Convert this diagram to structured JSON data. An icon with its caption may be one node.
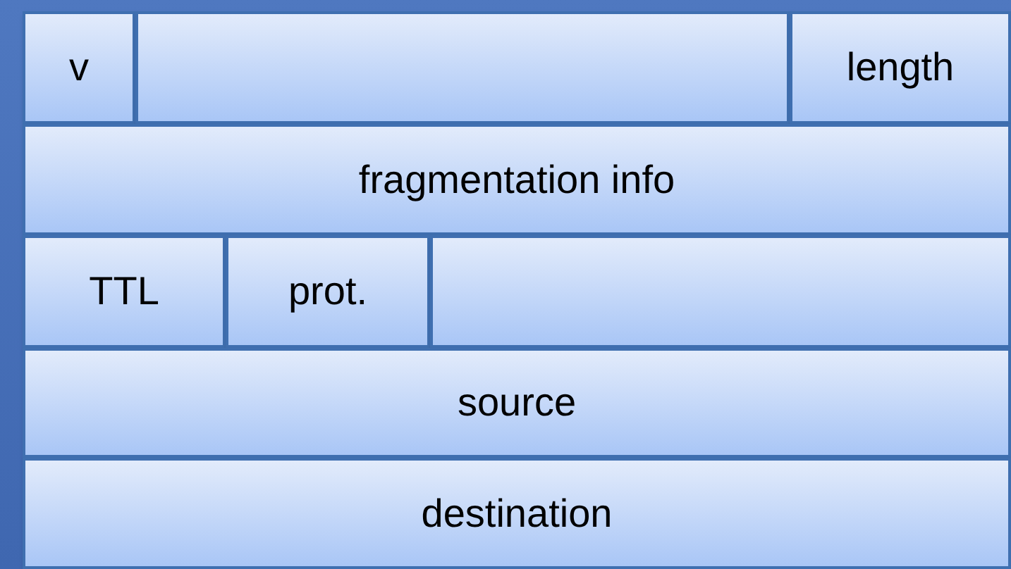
{
  "diagram": {
    "nodes": [
      {
        "text": [
          "v"
        ]
      },
      {
        "text": [],
        "shape": "box"
      },
      {
        "text": [
          "length"
        ]
      },
      {
        "text": [
          "fragmentation info"
        ]
      },
      {
        "text": [
          "TTL"
        ]
      },
      {
        "text": [
          "prot."
        ]
      },
      {
        "text": [],
        "shape": "box"
      },
      {
        "text": [
          "source"
        ]
      },
      {
        "text": [
          "destination"
        ]
      }
    ]
  }
}
